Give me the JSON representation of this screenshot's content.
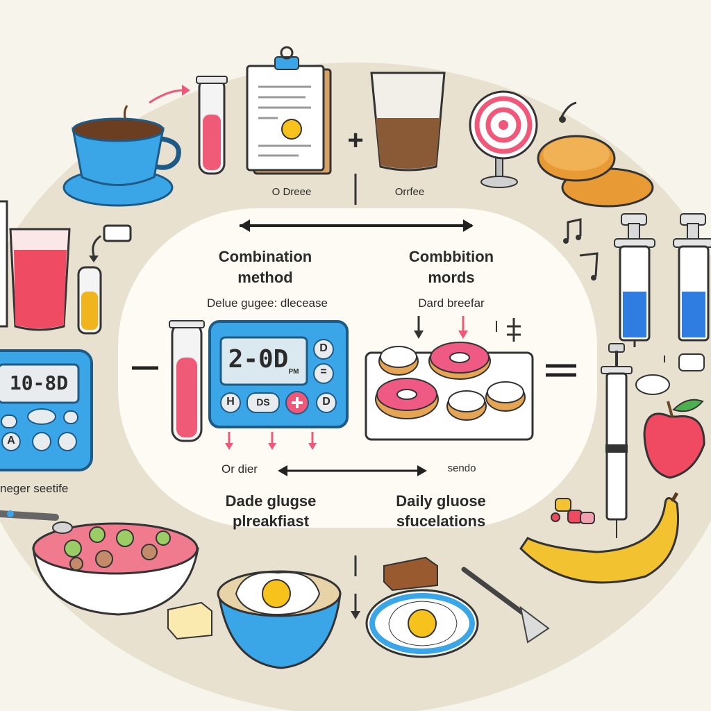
{
  "labels": {
    "top_left_caption": "O Dreee",
    "top_right_caption": "Orrfee",
    "left_heading_line1": "Combination",
    "left_heading_line2": "method",
    "left_sub": "Delue gugee: dlecease",
    "right_heading_line1": "Combbition",
    "right_heading_line2": "mords",
    "right_sub": "Dard breefar",
    "flow_left": "Or dier",
    "flow_right": "sendo",
    "bottom_left_line1": "Dade glugse",
    "bottom_left_line2": "plreakfiast",
    "bottom_right_line1": "Daily gluose",
    "bottom_right_line2": "sfucelations",
    "left_device_caption": "neger seetife"
  },
  "devices": {
    "center_meter_display": "2-0D",
    "center_meter_unit": "PM",
    "center_meter_side_btn1": "D",
    "center_meter_side_btn2": "=",
    "center_meter_side_btn3": "D",
    "center_meter_btn_h": "H",
    "center_meter_btn_ds": "DS",
    "center_meter_btn_d": "D",
    "left_meter_display": "10-8D",
    "left_meter_btn_a": "A"
  },
  "operators": {
    "plus": "+",
    "minus": "−",
    "equals": "="
  },
  "colors": {
    "background_oval": "#e8e1cf",
    "inner_panel": "#fdfbf3",
    "accent_blue": "#3aa6e8",
    "accent_pink": "#f0587a",
    "egg_yolk": "#f7c21b",
    "banana": "#f2c230"
  }
}
